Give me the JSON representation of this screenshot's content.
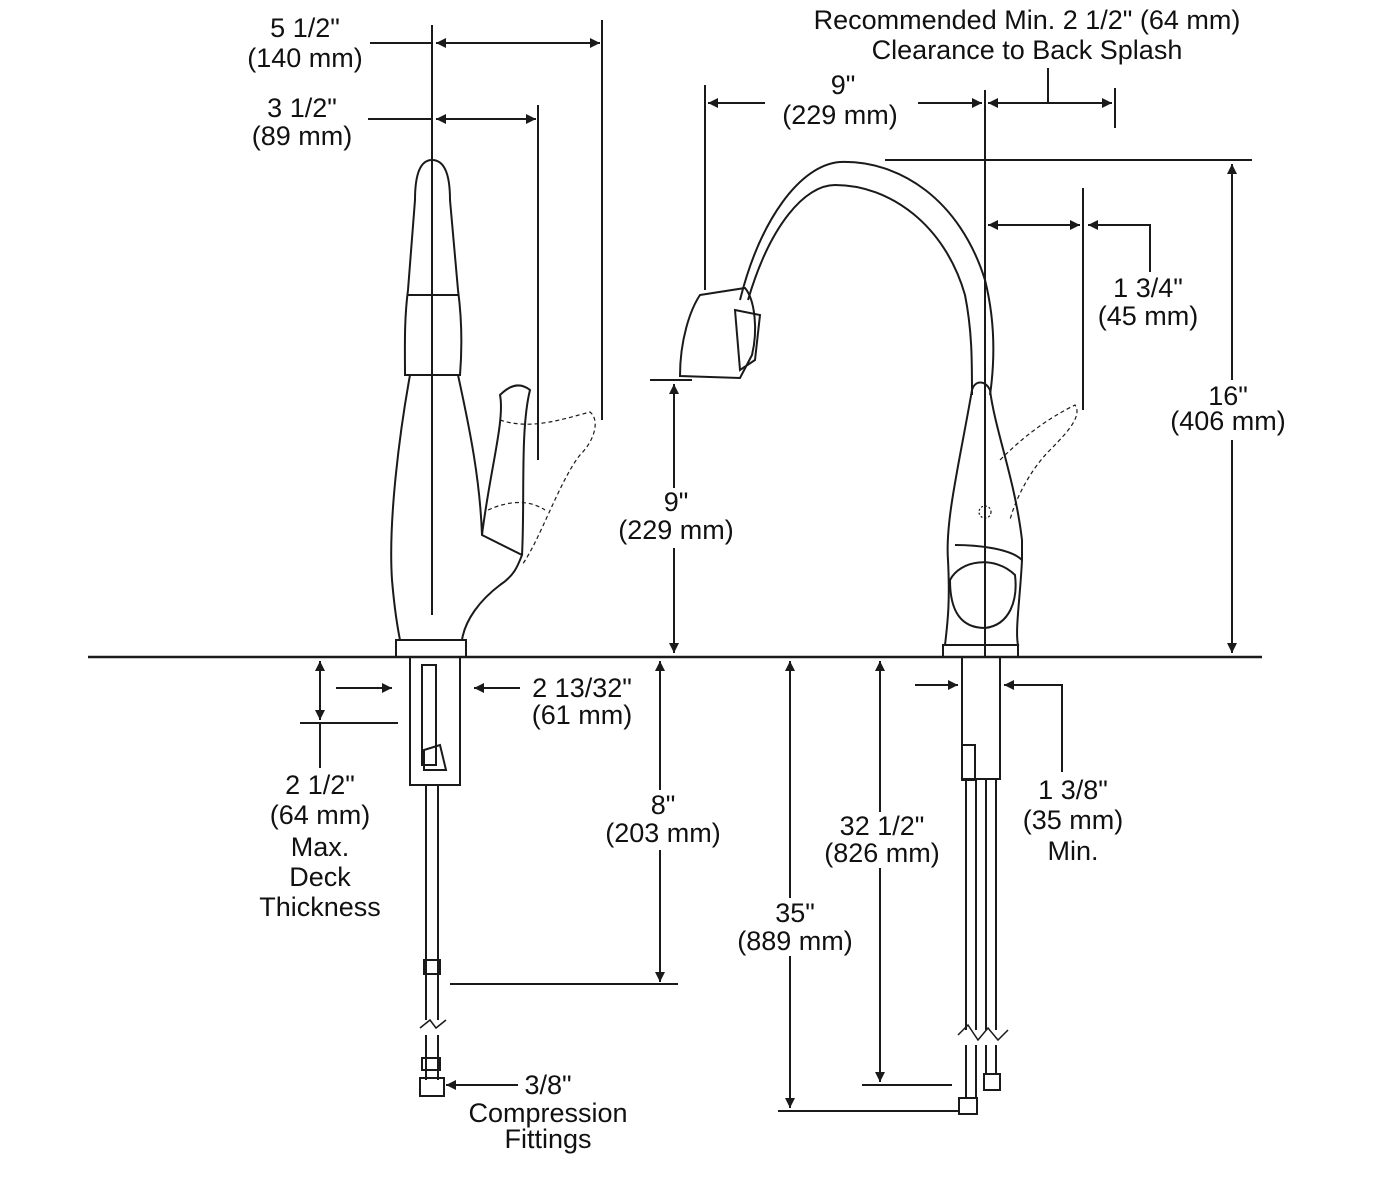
{
  "colors": {
    "line": "#1a1a1a",
    "background": "#ffffff"
  },
  "labels": {
    "overall_reach_in": "5 1/2\"",
    "overall_reach_mm": "(140 mm)",
    "handle_reach_in": "3 1/2\"",
    "handle_reach_mm": "(89 mm)",
    "backsplash_1": "Recommended Min. 2 1/2\" (64 mm)",
    "backsplash_2": "Clearance to Back Splash",
    "spout_reach_in": "9\"",
    "spout_reach_mm": "(229 mm)",
    "handle_swing_in": "1 3/4\"",
    "handle_swing_mm": "(45 mm)",
    "height_in": "16\"",
    "height_mm": "(406 mm)",
    "spout_height_in": "9\"",
    "spout_height_mm": "(229 mm)",
    "base_dia_in": "2 13/32\"",
    "base_dia_mm": "(61 mm)",
    "deck_in": "2 1/2\"",
    "deck_mm": "(64 mm)",
    "deck_max": "Max.",
    "deck_word": "Deck",
    "deck_thickness": "Thickness",
    "shank_in": "8\"",
    "shank_mm": "(203 mm)",
    "hose_in": "32 1/2\"",
    "hose_mm": "(826 mm)",
    "hole_in": "1 3/8\"",
    "hole_mm": "(35 mm)",
    "hole_min": "Min.",
    "supply_in": "35\"",
    "supply_mm": "(889 mm)",
    "fitting_size": "3/8\"",
    "fitting_1": "Compression",
    "fitting_2": "Fittings"
  }
}
